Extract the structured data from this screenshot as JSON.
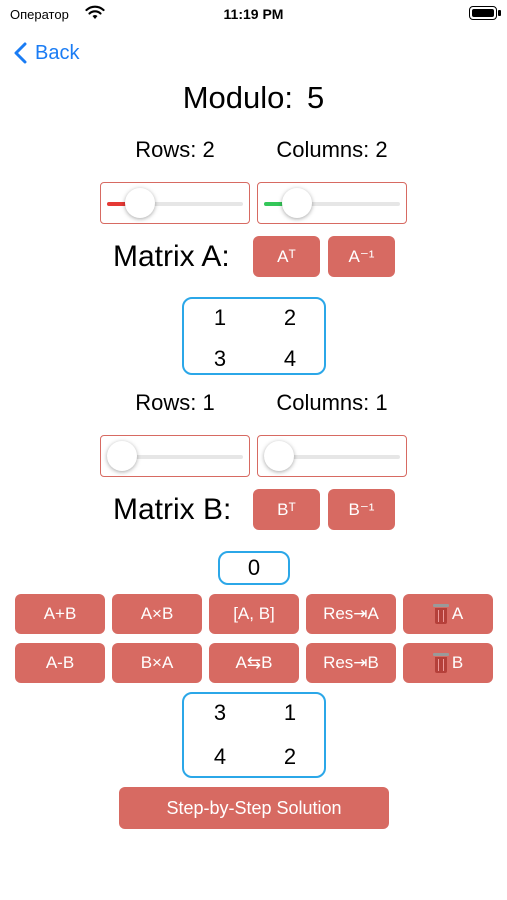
{
  "status_bar": {
    "carrier": "Оператор",
    "time": "11:19 PM"
  },
  "nav": {
    "back_label": "Back"
  },
  "modulo": {
    "label": "Modulo:",
    "value": "5"
  },
  "matrix_a": {
    "rows_label": "Rows: 2",
    "columns_label": "Columns: 2",
    "rows_slider_level": 0.17,
    "columns_slider_level": 0.17,
    "title": "Matrix A:",
    "transpose_label": "Aᵀ",
    "inverse_label": "A⁻¹",
    "cells": [
      "1",
      "2",
      "3",
      "4"
    ]
  },
  "matrix_b": {
    "rows_label": "Rows: 1",
    "columns_label": "Columns: 1",
    "rows_slider_level": 0,
    "columns_slider_level": 0,
    "title": "Matrix B:",
    "transpose_label": "Bᵀ",
    "inverse_label": "B⁻¹",
    "scalar_value": "0"
  },
  "operations": {
    "row1": [
      "A+B",
      "A×B",
      "[A, B]",
      "Res⇥A",
      "A"
    ],
    "row2": [
      "A-B",
      "B×A",
      "A⇆B",
      "Res⇥B",
      "B"
    ]
  },
  "result": {
    "cells": [
      "3",
      "1",
      "4",
      "2"
    ]
  },
  "step_button_label": "Step-by-Step Solution",
  "colors": {
    "accent_red": "#d76a62",
    "matrix_border": "#2ba7e8",
    "back_blue": "#1a7cf4",
    "slider_fill_rows": "#e53935",
    "slider_fill_columns": "#34c759"
  }
}
